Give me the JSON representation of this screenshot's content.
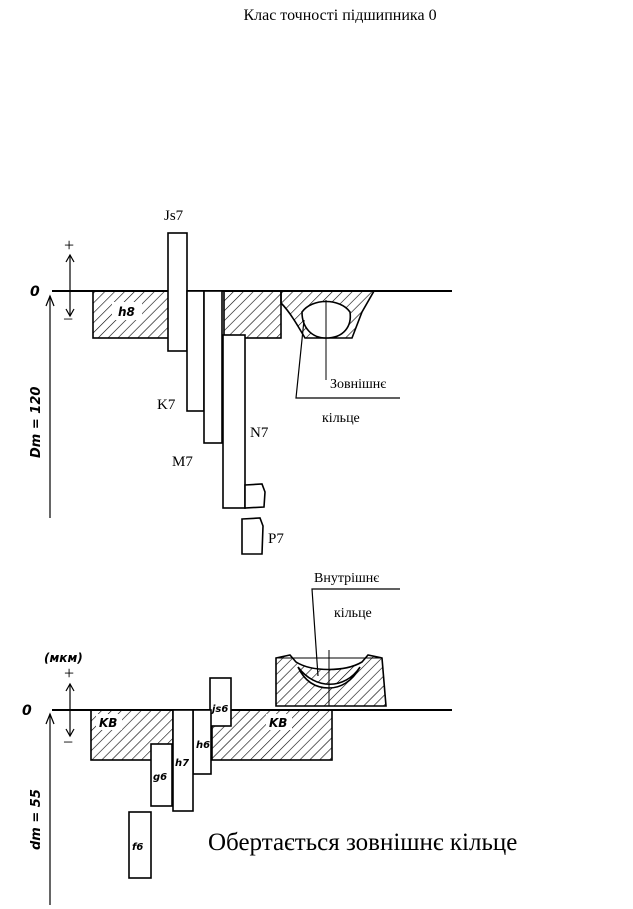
{
  "title": "Клас точності підшипника 0",
  "caption": "Обертається зовнішнє кільце",
  "top": {
    "zero": "0",
    "plus": "+",
    "minus": "−",
    "dim_label": "Dm = 120",
    "tol_bearing": "h8",
    "ring_line1": "Зовнішнє",
    "ring_line2": "кільце",
    "fits": [
      "Js7",
      "K7",
      "M7",
      "N7",
      "P7"
    ]
  },
  "bottom": {
    "unit": "(мкм)",
    "zero": "0",
    "plus": "+",
    "minus": "−",
    "dim_label": "dm = 55",
    "tol_bearing_left": "KB",
    "tol_bearing_right": "KB",
    "ring_line1": "Внутрішнє",
    "ring_line2": "кільце",
    "fits": [
      "js6",
      "h6",
      "h7",
      "g6",
      "f6"
    ]
  }
}
